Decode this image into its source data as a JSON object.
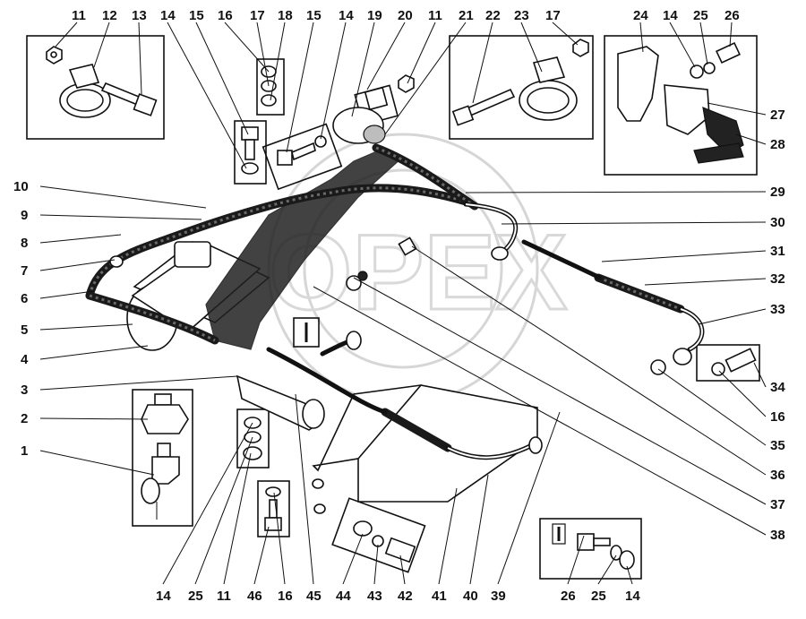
{
  "watermark": "OPEX",
  "callouts": {
    "top": [
      "11",
      "12",
      "13",
      "14",
      "15",
      "16",
      "17",
      "18",
      "15",
      "14",
      "19",
      "20",
      "11",
      "21",
      "22",
      "23",
      "17",
      "24",
      "14",
      "25",
      "26"
    ],
    "left": [
      "10",
      "9",
      "8",
      "7",
      "6",
      "5",
      "4",
      "3",
      "2",
      "1"
    ],
    "right": [
      "27",
      "28",
      "29",
      "30",
      "31",
      "32",
      "33",
      "34",
      "16",
      "35",
      "36",
      "37",
      "38"
    ],
    "bottom": [
      "14",
      "25",
      "11",
      "46",
      "16",
      "45",
      "44",
      "43",
      "42",
      "41",
      "40",
      "39",
      "26",
      "25",
      "14"
    ]
  },
  "icon": "cable-tie-icon"
}
